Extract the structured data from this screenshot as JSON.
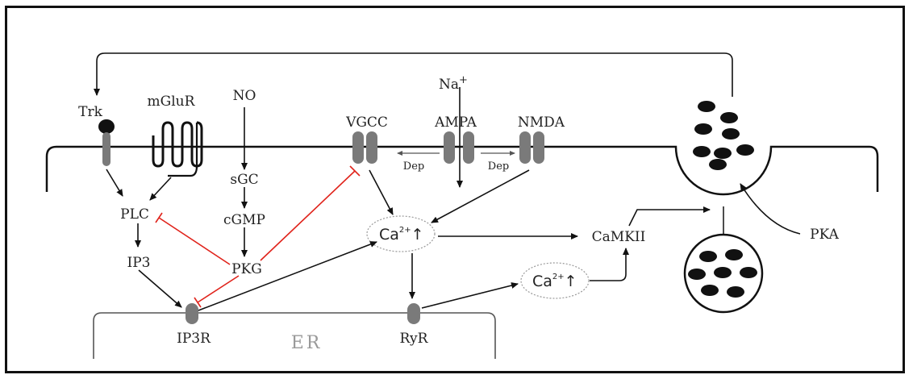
{
  "labels": {
    "trk": "Trk",
    "mglur": "mGluR",
    "no": "NO",
    "sgc": "sGC",
    "cgmp": "cGMP",
    "pkg": "PKG",
    "plc": "PLC",
    "ip3": "IP3",
    "ip3r": "IP3R",
    "er": "ER",
    "ryr": "RyR",
    "vgcc": "VGCC",
    "ampa": "AMPA",
    "nmda": "NMDA",
    "na": "Na",
    "na_sup": "+",
    "dep_left": "Dep",
    "dep_right": "Dep",
    "camkii": "CaMKII",
    "pka": "PKA",
    "ca_main": "Ca",
    "ca_main_sup": "2+",
    "ca_main_arrow": "↑",
    "ca_er": "Ca",
    "ca_er_sup": "2+",
    "ca_er_arrow": "↑"
  },
  "colors": {
    "line": "#111111",
    "inhibition": "#e0231b",
    "channel": "#7a7a7a",
    "vesicle": "#111111"
  }
}
